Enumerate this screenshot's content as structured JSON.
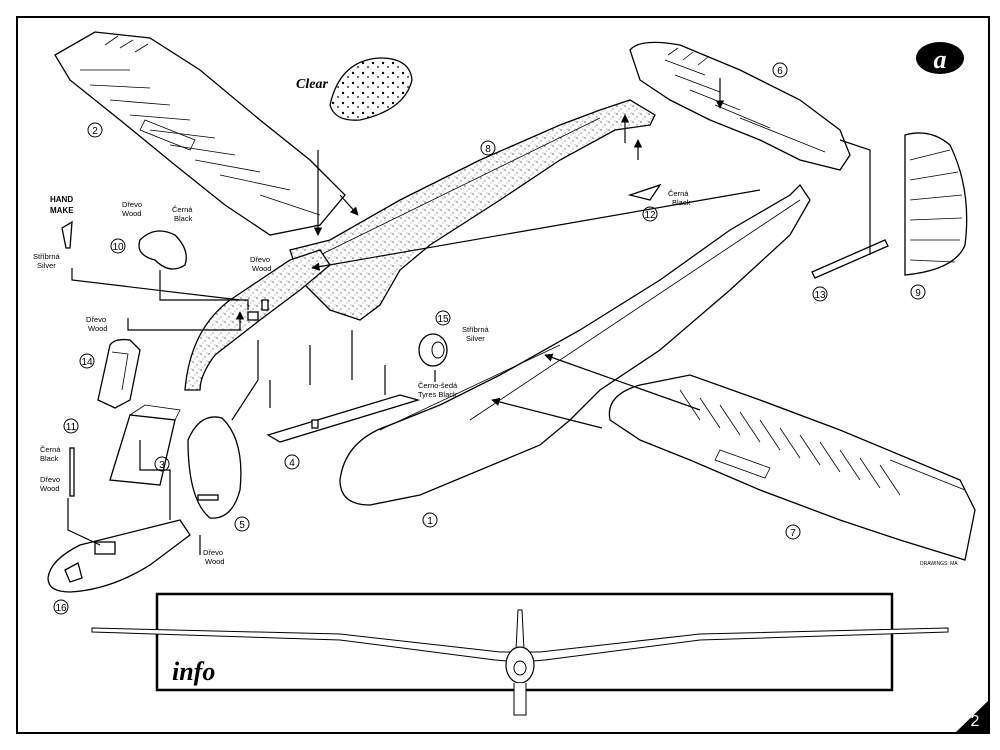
{
  "sheet": {
    "badge_letter": "a",
    "page_number": "2",
    "info_title": "info"
  },
  "labels": {
    "clear": "Clear",
    "hand_make_1": "HAND",
    "hand_make_2": "MAKE",
    "drevo": "Dřevo",
    "wood": "Wood",
    "cerna": "Černá",
    "black": "Black",
    "stribrna": "Stříbrná",
    "silver": "Silver",
    "cerno_seda": "Černo-šedá",
    "tyres_black": "Tyres Black",
    "drawing_credit": "DRAWINGS: MA"
  },
  "parts": [
    {
      "id": "1",
      "label": "1"
    },
    {
      "id": "2",
      "label": "2"
    },
    {
      "id": "3",
      "label": "3"
    },
    {
      "id": "4",
      "label": "4"
    },
    {
      "id": "5",
      "label": "5"
    },
    {
      "id": "6",
      "label": "6"
    },
    {
      "id": "7",
      "label": "7"
    },
    {
      "id": "8",
      "label": "8"
    },
    {
      "id": "9",
      "label": "9"
    },
    {
      "id": "10",
      "label": "10"
    },
    {
      "id": "11",
      "label": "11"
    },
    {
      "id": "12",
      "label": "12"
    },
    {
      "id": "13",
      "label": "13"
    },
    {
      "id": "14",
      "label": "14"
    },
    {
      "id": "15",
      "label": "15"
    },
    {
      "id": "16",
      "label": "16"
    }
  ]
}
